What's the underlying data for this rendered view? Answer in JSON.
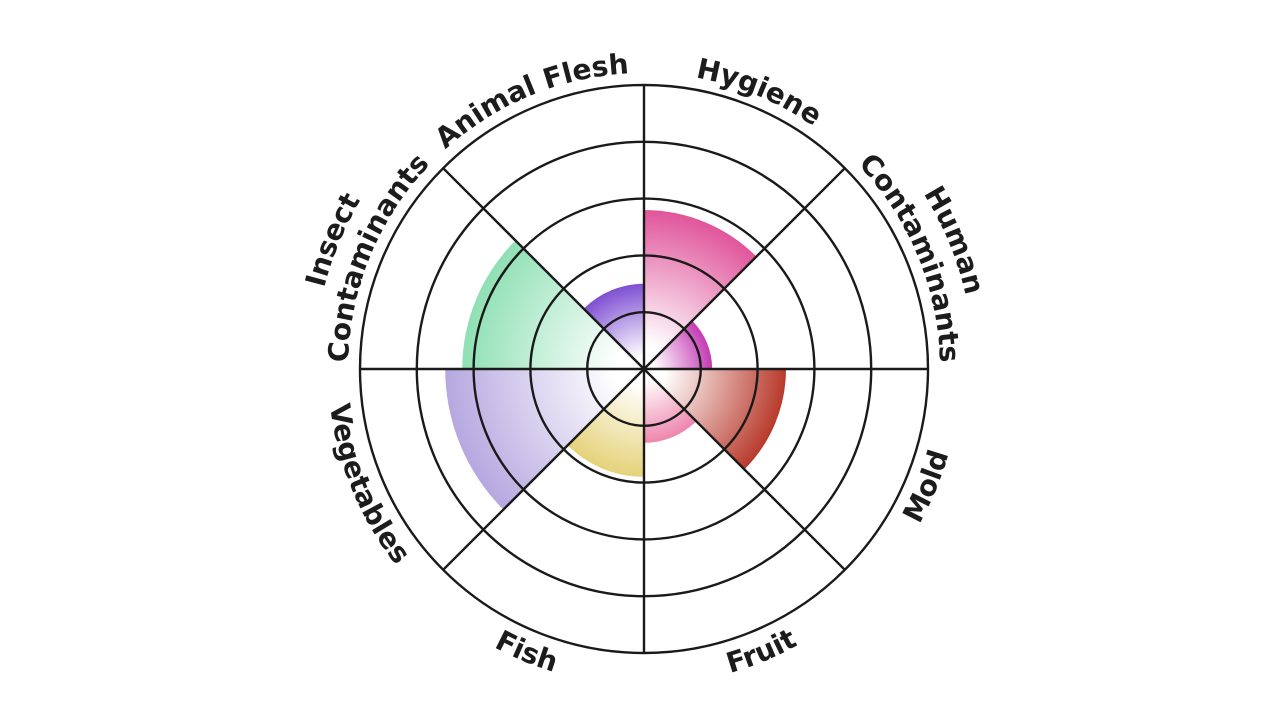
{
  "chart_data": {
    "type": "polar-area",
    "rlim": [
      0,
      5
    ],
    "rings": [
      1,
      2,
      3,
      4,
      5
    ],
    "grid": true,
    "legend": "none",
    "categories": [
      {
        "label_lines": [
          "Hygiene"
        ],
        "value": 2.8,
        "color": "#e0559b"
      },
      {
        "label_lines": [
          "Human",
          "Contaminants"
        ],
        "value": 1.2,
        "color": "#c43bb4"
      },
      {
        "label_lines": [
          "Mold"
        ],
        "value": 2.5,
        "color": "#b83a2c"
      },
      {
        "label_lines": [
          "Fruit"
        ],
        "value": 1.3,
        "color": "#ee86ad"
      },
      {
        "label_lines": [
          "Fish"
        ],
        "value": 1.9,
        "color": "#e6d27a"
      },
      {
        "label_lines": [
          "Vegetables"
        ],
        "value": 3.5,
        "color": "#b6a8e0"
      },
      {
        "label_lines": [
          "Insect",
          "Contaminants"
        ],
        "value": 3.2,
        "color": "#8fe0b4"
      },
      {
        "label_lines": [
          "Animal Flesh"
        ],
        "value": 1.5,
        "color": "#7f4fd2"
      }
    ]
  }
}
